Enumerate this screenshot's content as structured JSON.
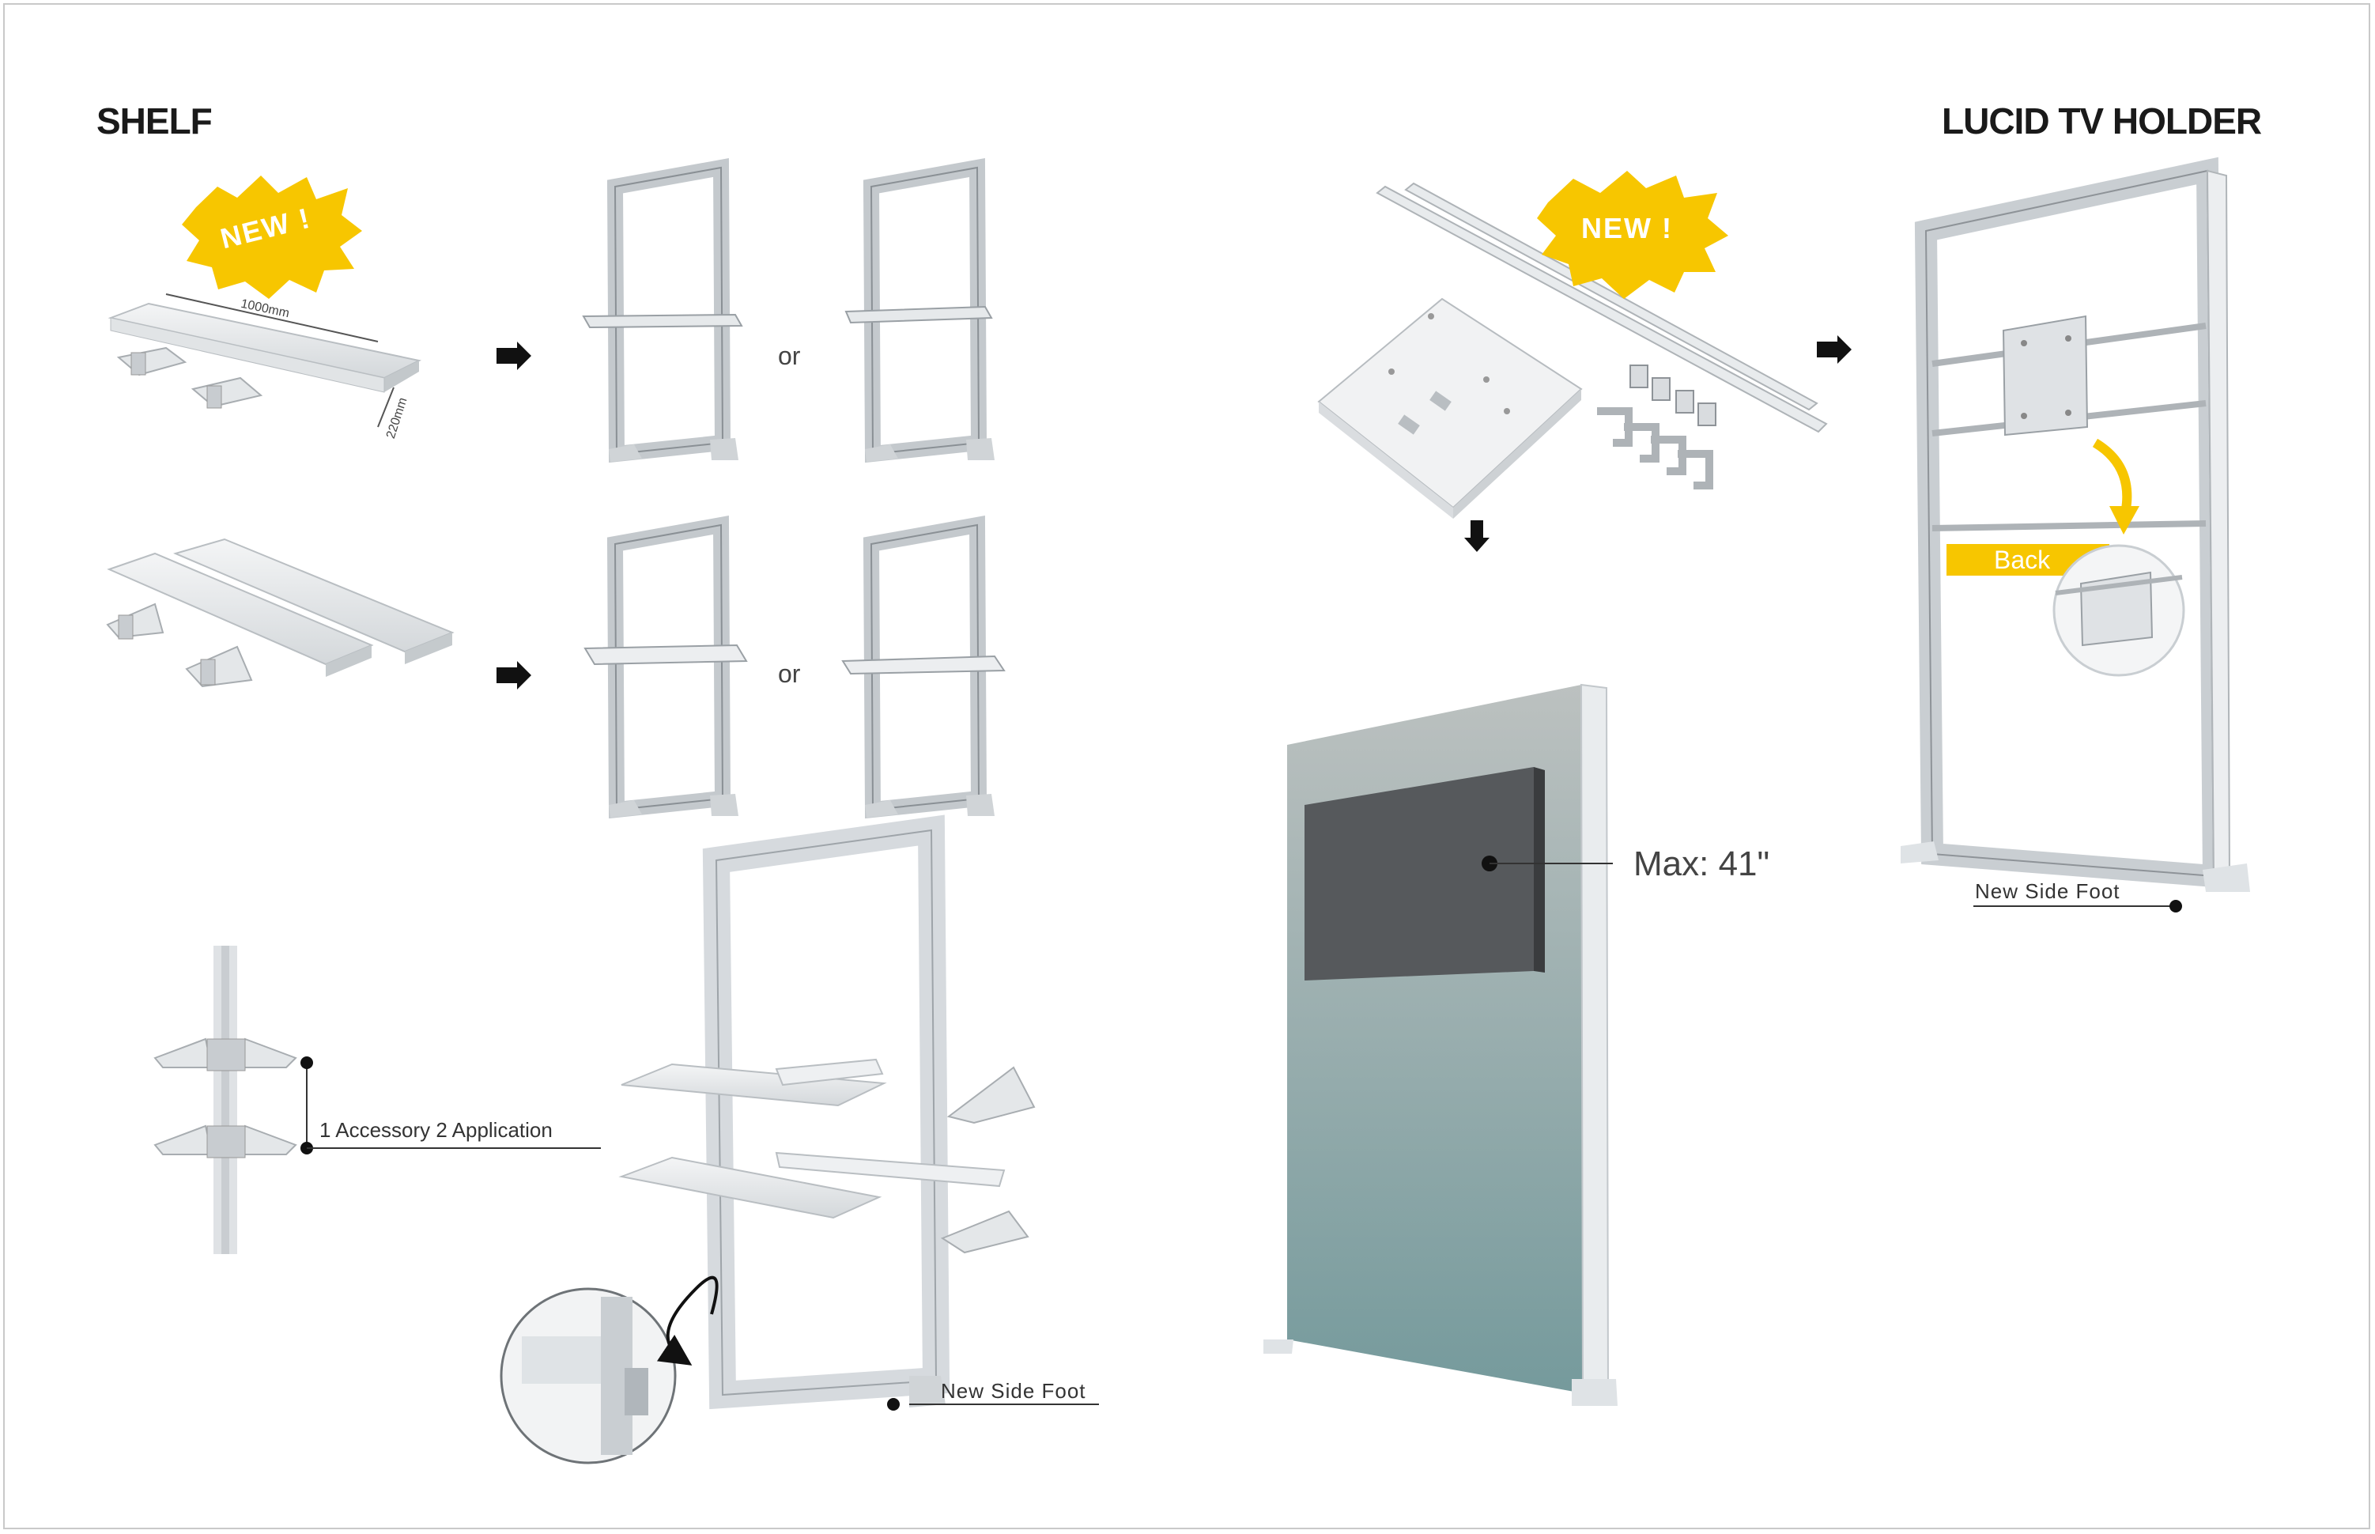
{
  "sections": {
    "shelf": {
      "title": "SHELF"
    },
    "tv_holder": {
      "title": "LUCID TV HOLDER"
    }
  },
  "badges": {
    "new_label": "NEW !"
  },
  "dimensions": {
    "length": "1000mm",
    "depth": "220mm"
  },
  "connectors": {
    "or_label": "or"
  },
  "callouts": {
    "accessory_application": "1 Accessory 2 Application",
    "new_side_foot": "New Side Foot",
    "max_screen": "Max: 41\"",
    "back": "Back"
  },
  "colors": {
    "badge_yellow": "#f7c600",
    "tv_screen": "#56595c",
    "panel_top": "#b8bdbd",
    "panel_bottom": "#7a9a9c",
    "frame": "#c7ccd0"
  }
}
